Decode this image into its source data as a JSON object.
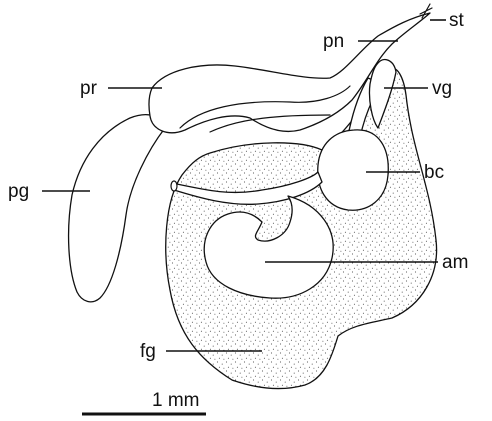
{
  "labels": {
    "st": "st",
    "pn": "pn",
    "pr": "pr",
    "vg": "vg",
    "pg": "pg",
    "bc": "bc",
    "am": "am",
    "fg": "fg"
  },
  "scale_bar": {
    "text": "1 mm"
  }
}
